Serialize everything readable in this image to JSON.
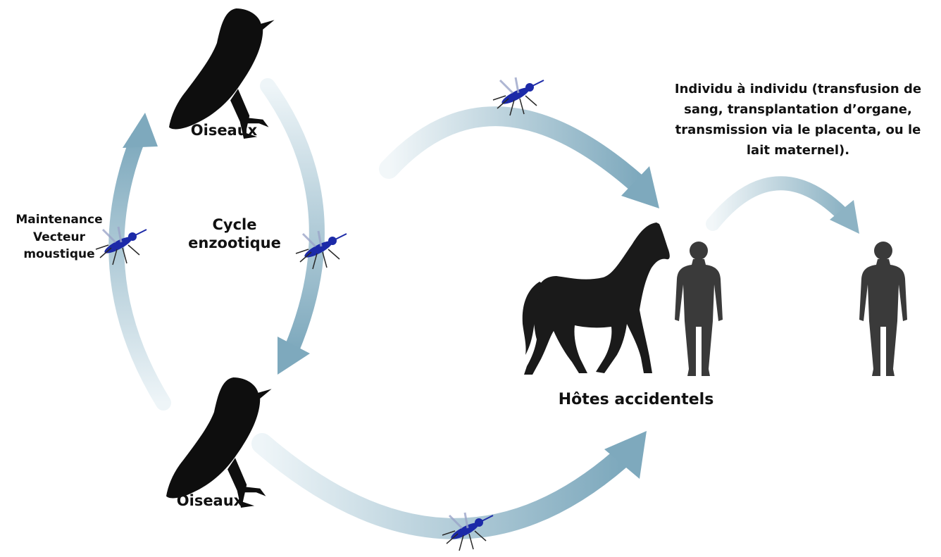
{
  "labels": {
    "bird_top": "Oiseaux",
    "bird_bottom": "Oiseaux",
    "cycle": [
      "Cycle",
      "enzootique"
    ],
    "maintenance": [
      "Maintenance",
      "Vecteur",
      "moustique"
    ],
    "hosts": "Hôtes accidentels",
    "transmission": [
      "Individu à individu (transfusion de",
      "sang, transplantation d’organe,",
      "transmission via le placenta, ou le",
      "lait maternel)."
    ]
  },
  "icons": [
    "bird-icon",
    "mosquito-icon",
    "horse-icon",
    "human-icon"
  ],
  "colors": {
    "arrow": "#7ea9bd",
    "arrow_light": "#dbe9ef",
    "silhouette": "#0e0e0e",
    "human": "#3a3a3a",
    "mosquito": "#1c2aa8"
  }
}
